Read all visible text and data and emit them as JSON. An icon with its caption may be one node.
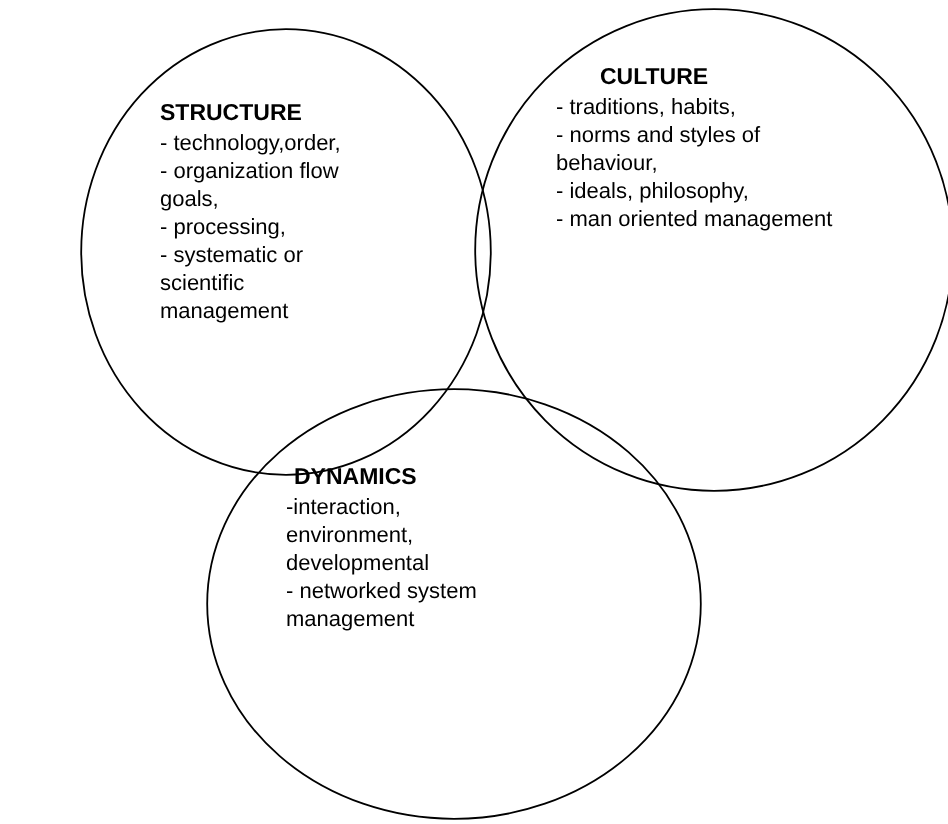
{
  "diagram": {
    "nodes": [
      {
        "text": [
          "STRUCTURE",
          "- technology,order,",
          "- organization flow goals,",
          "- processing,",
          "- systematic or scientific management"
        ]
      },
      {
        "text": [
          "CULTURE",
          "- traditions, habits,",
          "- norms and styles of behaviour,",
          "- ideals, philosophy,",
          "- man oriented management"
        ]
      },
      {
        "text": [
          "DYNAMICS",
          "-interaction, environment, developmental",
          "- networked system management"
        ]
      }
    ]
  }
}
